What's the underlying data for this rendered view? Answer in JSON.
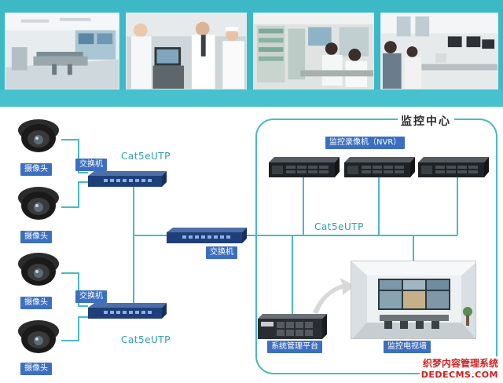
{
  "photos": [
    {
      "name": "photo-control-room",
      "caption": ""
    },
    {
      "name": "photo-nurses-monitor",
      "caption": ""
    },
    {
      "name": "photo-lab-staff",
      "caption": ""
    },
    {
      "name": "photo-office-workstations",
      "caption": ""
    }
  ],
  "diagram": {
    "center_title": "监控中心",
    "nvr_label": "监控录像机（NVR）",
    "camera_label": "摄像头",
    "switch_label": "交换机",
    "cable_label": "Cat5eUTP",
    "server_label": "系统管理平台",
    "wall_label": "监控电视墙"
  },
  "watermark": {
    "cn": "织梦内容管理系统",
    "en": "DEDECMS.COM"
  },
  "colors": {
    "accent": "#3db8c6",
    "wire": "#49b9c4",
    "tag_bg": "#3d6fc0"
  }
}
